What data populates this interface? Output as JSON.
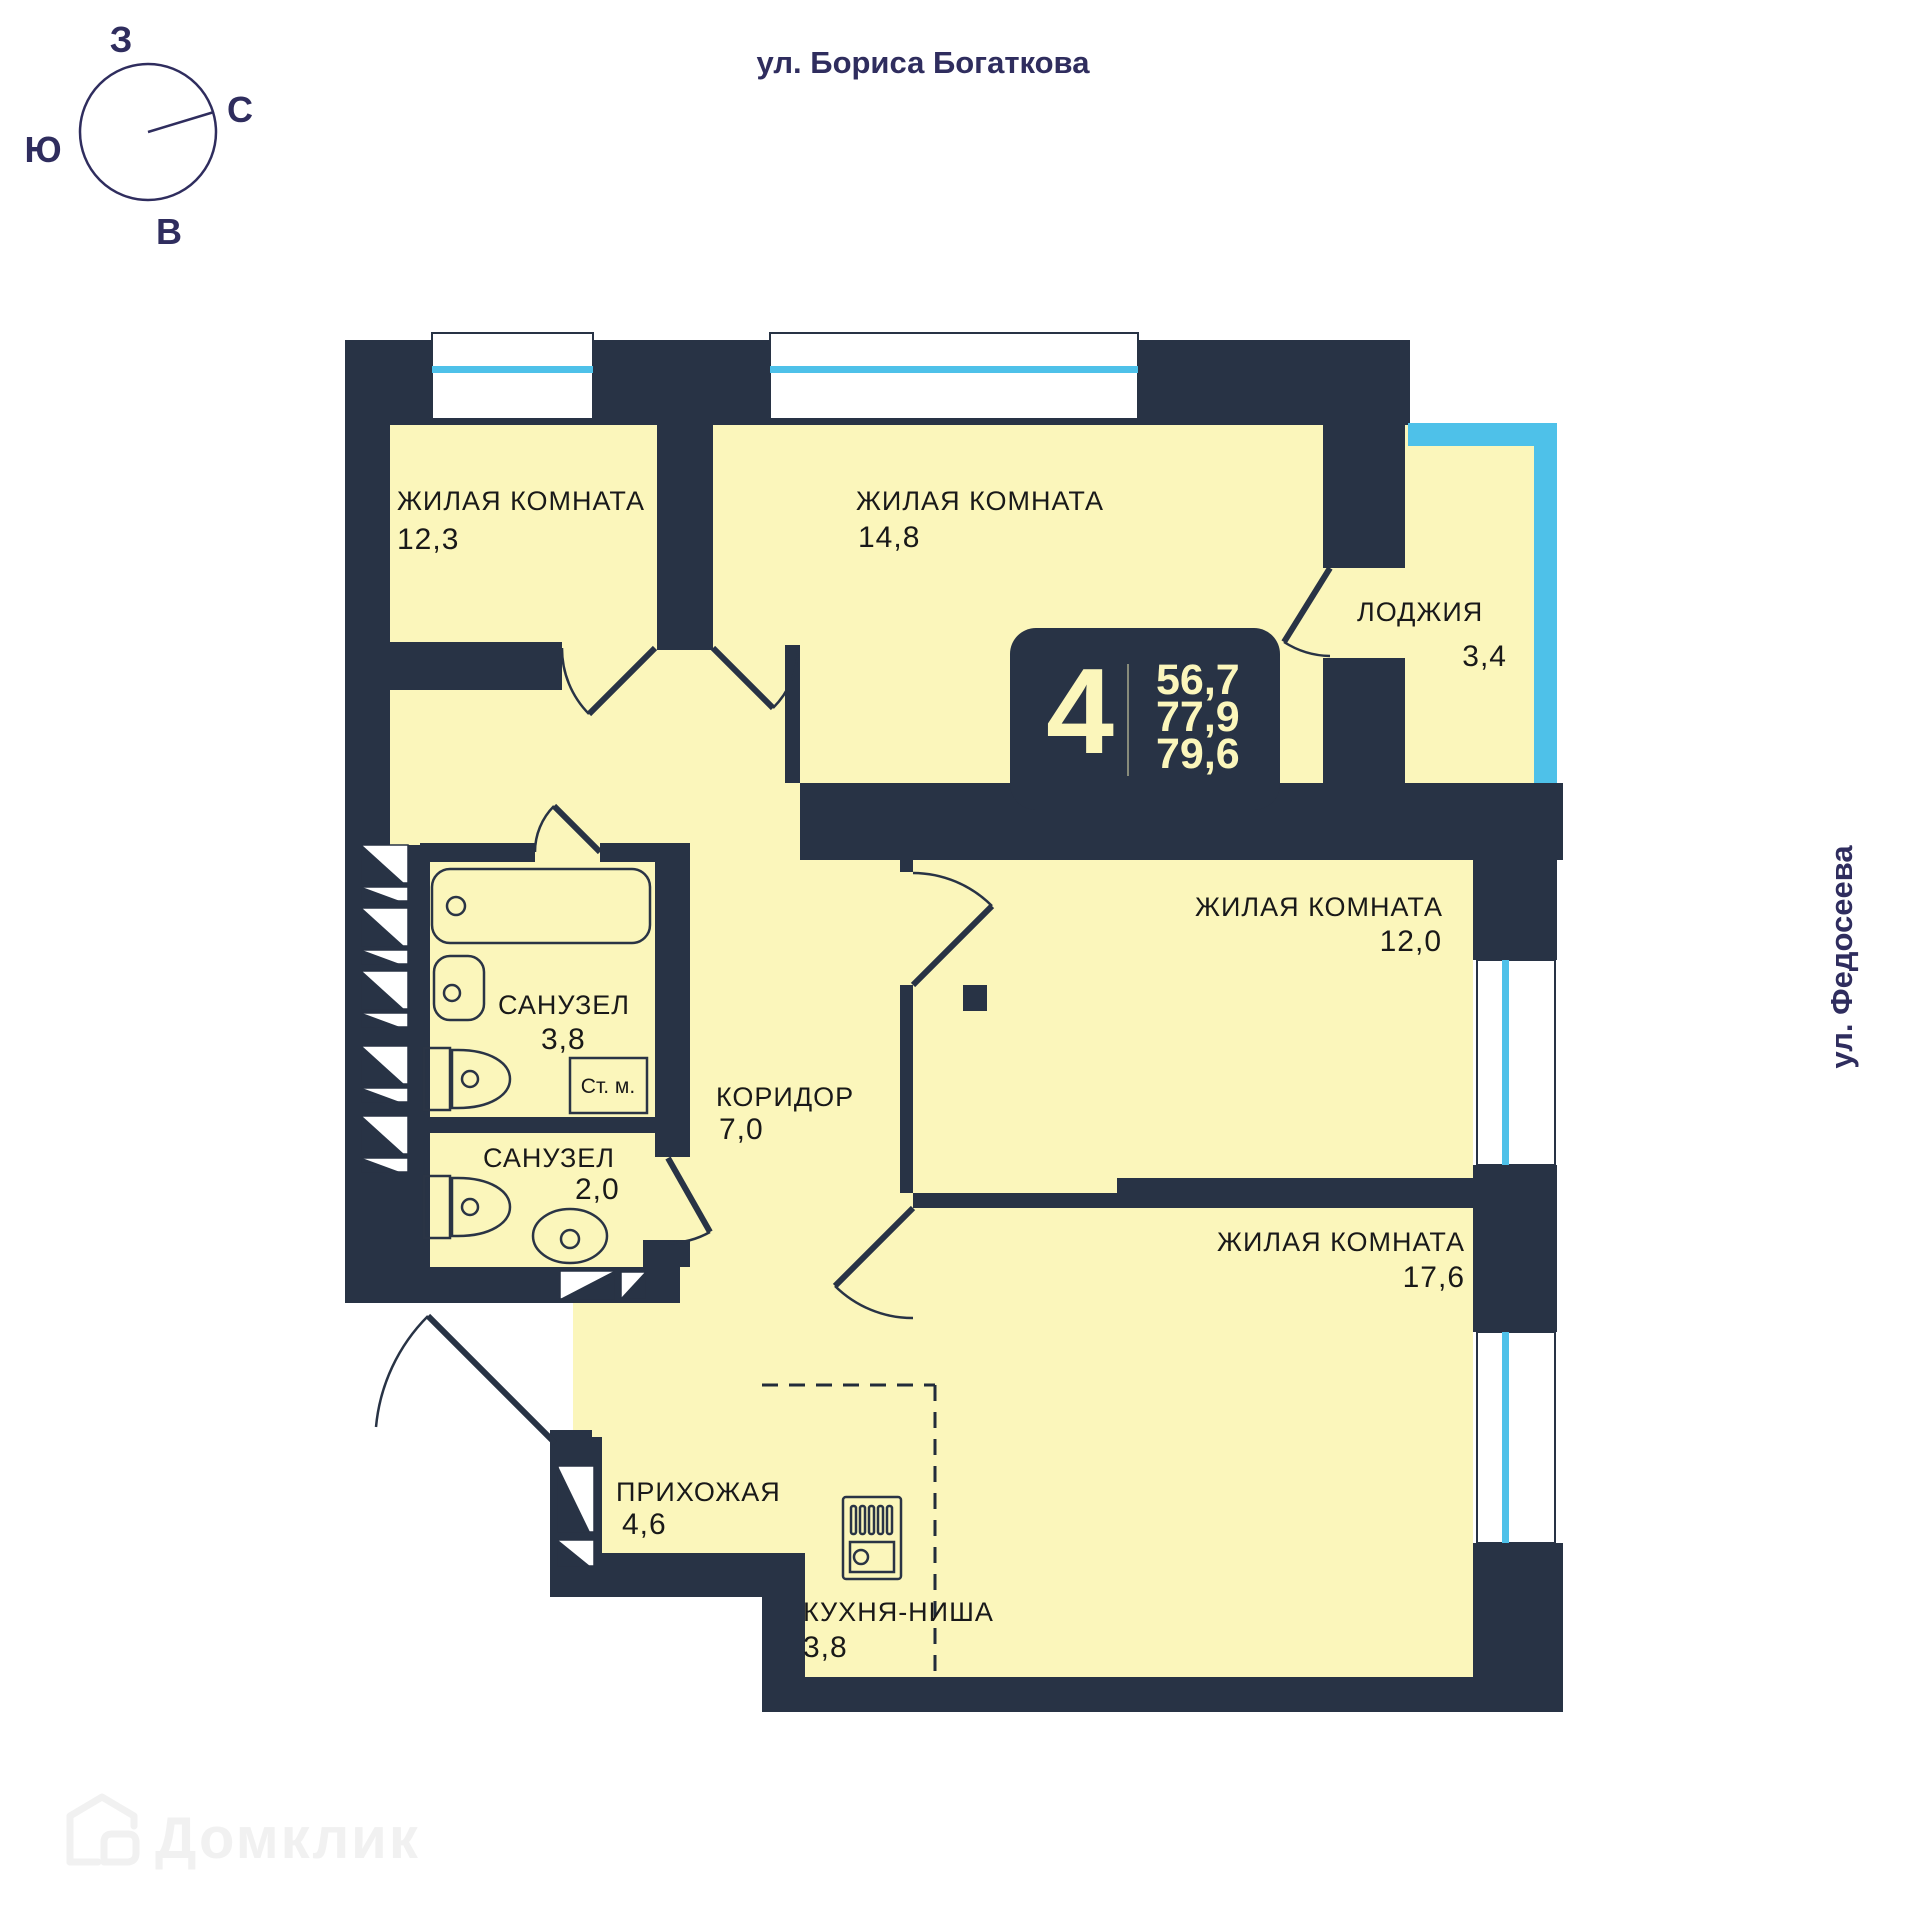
{
  "streets": {
    "top": "ул. Бориса Богаткова",
    "right": "ул. Федосеева"
  },
  "compass": {
    "west": "З",
    "north": "С",
    "south": "Ю",
    "east": "В"
  },
  "info_badge": {
    "rooms_count": "4",
    "area_living": "56,7",
    "area_total": "77,9",
    "area_total_with_balcony": "79,6"
  },
  "rooms": [
    {
      "label": "ЖИЛАЯ КОМНАТА",
      "area": "12,3"
    },
    {
      "label": "ЖИЛАЯ КОМНАТА",
      "area": "14,8"
    },
    {
      "label": "ЛОДЖИЯ",
      "area": "3,4"
    },
    {
      "label": "ЖИЛАЯ КОМНАТА",
      "area": "12,0"
    },
    {
      "label": "ЖИЛАЯ КОМНАТА",
      "area": "17,6"
    },
    {
      "label": "САНУЗЕЛ",
      "area": "3,8"
    },
    {
      "label": "САНУЗЕЛ",
      "area": "2,0"
    },
    {
      "label": "КОРИДОР",
      "area": "7,0"
    },
    {
      "label": "ПРИХОЖАЯ",
      "area": "4,6"
    },
    {
      "label": "КУХНЯ-НИША",
      "area": "3,8"
    }
  ],
  "fixtures": {
    "washing_machine": "Ст. м."
  },
  "watermark": {
    "brand": "Домклик"
  },
  "colors": {
    "wall": "#283345",
    "room_fill": "#fbf6bb",
    "glazing": "#4ec1e9",
    "street_text": "#2f2d5e",
    "label_text": "#191919",
    "badge_text": "#fbf6bb",
    "watermark": "#f1f1f1"
  }
}
